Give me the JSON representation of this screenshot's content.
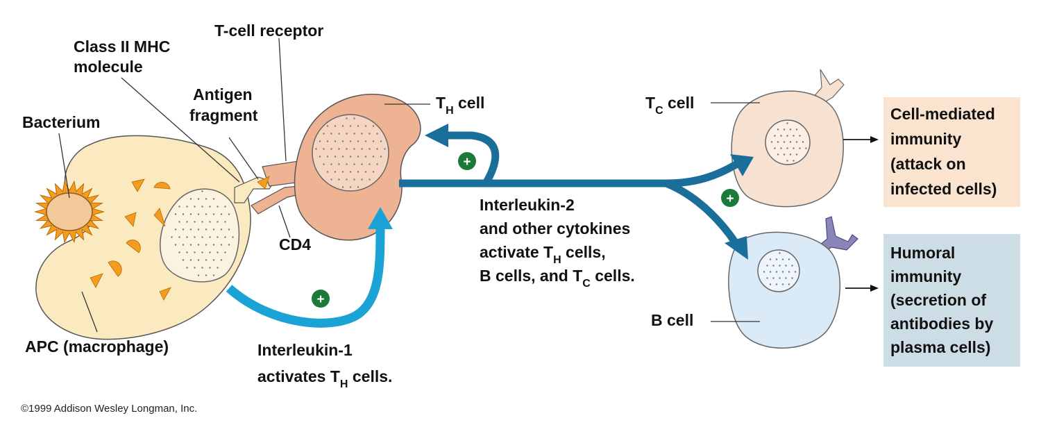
{
  "labels": {
    "class_ii_mhc_line1": "Class II MHC",
    "class_ii_mhc_line2": "molecule",
    "t_cell_receptor": "T-cell receptor",
    "antigen_line1": "Antigen",
    "antigen_line2": "fragment",
    "bacterium": "Bacterium",
    "cd4": "CD4",
    "apc": "APC (macrophage)",
    "th_cell_main": "T",
    "th_cell_sub": "H",
    "th_cell_tail": " cell",
    "tc_cell_main": "T",
    "tc_cell_sub": "C",
    "tc_cell_tail": " cell",
    "b_cell": "B cell"
  },
  "interleukin1": {
    "line1": "Interleukin-1",
    "line2_main": "activates T",
    "line2_sub": "H",
    "line2_tail": " cells."
  },
  "interleukin2": {
    "line1": "Interleukin-2",
    "line2": "and other cytokines",
    "line3_main": "activate T",
    "line3_sub": "H",
    "line3_tail": " cells,",
    "line4_main": "B cells, and T",
    "line4_sub": "C",
    "line4_tail": " cells."
  },
  "outcomes": {
    "cell_mediated": [
      "Cell-mediated",
      "immunity",
      "(attack on",
      "infected cells)"
    ],
    "humoral": [
      "Humoral",
      "immunity",
      "(secretion of",
      "antibodies by",
      "plasma cells)"
    ]
  },
  "plus_symbol": "+",
  "copyright": "©1999 Addison Wesley Longman, Inc.",
  "colors": {
    "apc_fill": "#fbe9c0",
    "th_fill": "#edb393",
    "tc_fill": "#f7e1d0",
    "b_fill": "#dbeaf7",
    "dark_arrow": "#1a6e9a",
    "light_arrow": "#1ba3d6",
    "plus_green": "#1a7a3a",
    "cell_mediated_box": "#fae3cf",
    "humoral_box": "#cddde6",
    "bacterium_fill": "#f3c99a",
    "bacterium_spikes": "#f39c1f",
    "antigen_fill": "#f39c1f"
  }
}
